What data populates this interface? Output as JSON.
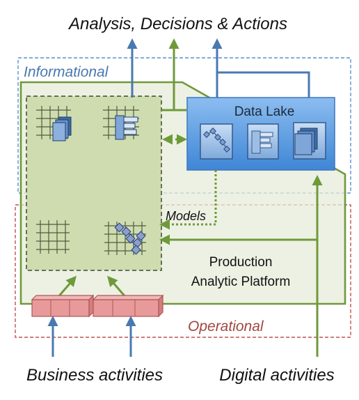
{
  "title_top": "Analysis, Decisions & Actions",
  "zones": {
    "informational": "Informational",
    "operational": "Operational"
  },
  "data_lake": {
    "label": "Data Lake"
  },
  "models_label": "Models",
  "platform": {
    "line1": "Production",
    "line2": "Analytic Platform"
  },
  "bottom": {
    "business": "Business activities",
    "digital": "Digital activities"
  },
  "colors": {
    "blue_arrow": "#4a78b0",
    "green": "#6e9a3a",
    "informational_dashed": "#5b8fd0",
    "operational_dashed": "#c0504d",
    "operational_text": "#a0473f",
    "data_lake_fill": "#5b9bdf",
    "platform_fill": "#e7ecd9",
    "warehouse_fill": "#cfdcb0",
    "source_fill": "#e89a9a"
  },
  "icons": {
    "warehouse_top_left": "table-with-documents-icon",
    "warehouse_top_right": "table-with-form-icon",
    "warehouse_bottom_left": "empty-table-icon",
    "warehouse_bottom_right": "table-with-model-icon",
    "lake_left": "model-graph-icon",
    "lake_middle": "form-icon",
    "lake_right": "document-stack-icon",
    "source_systems": "source-system-icon"
  }
}
